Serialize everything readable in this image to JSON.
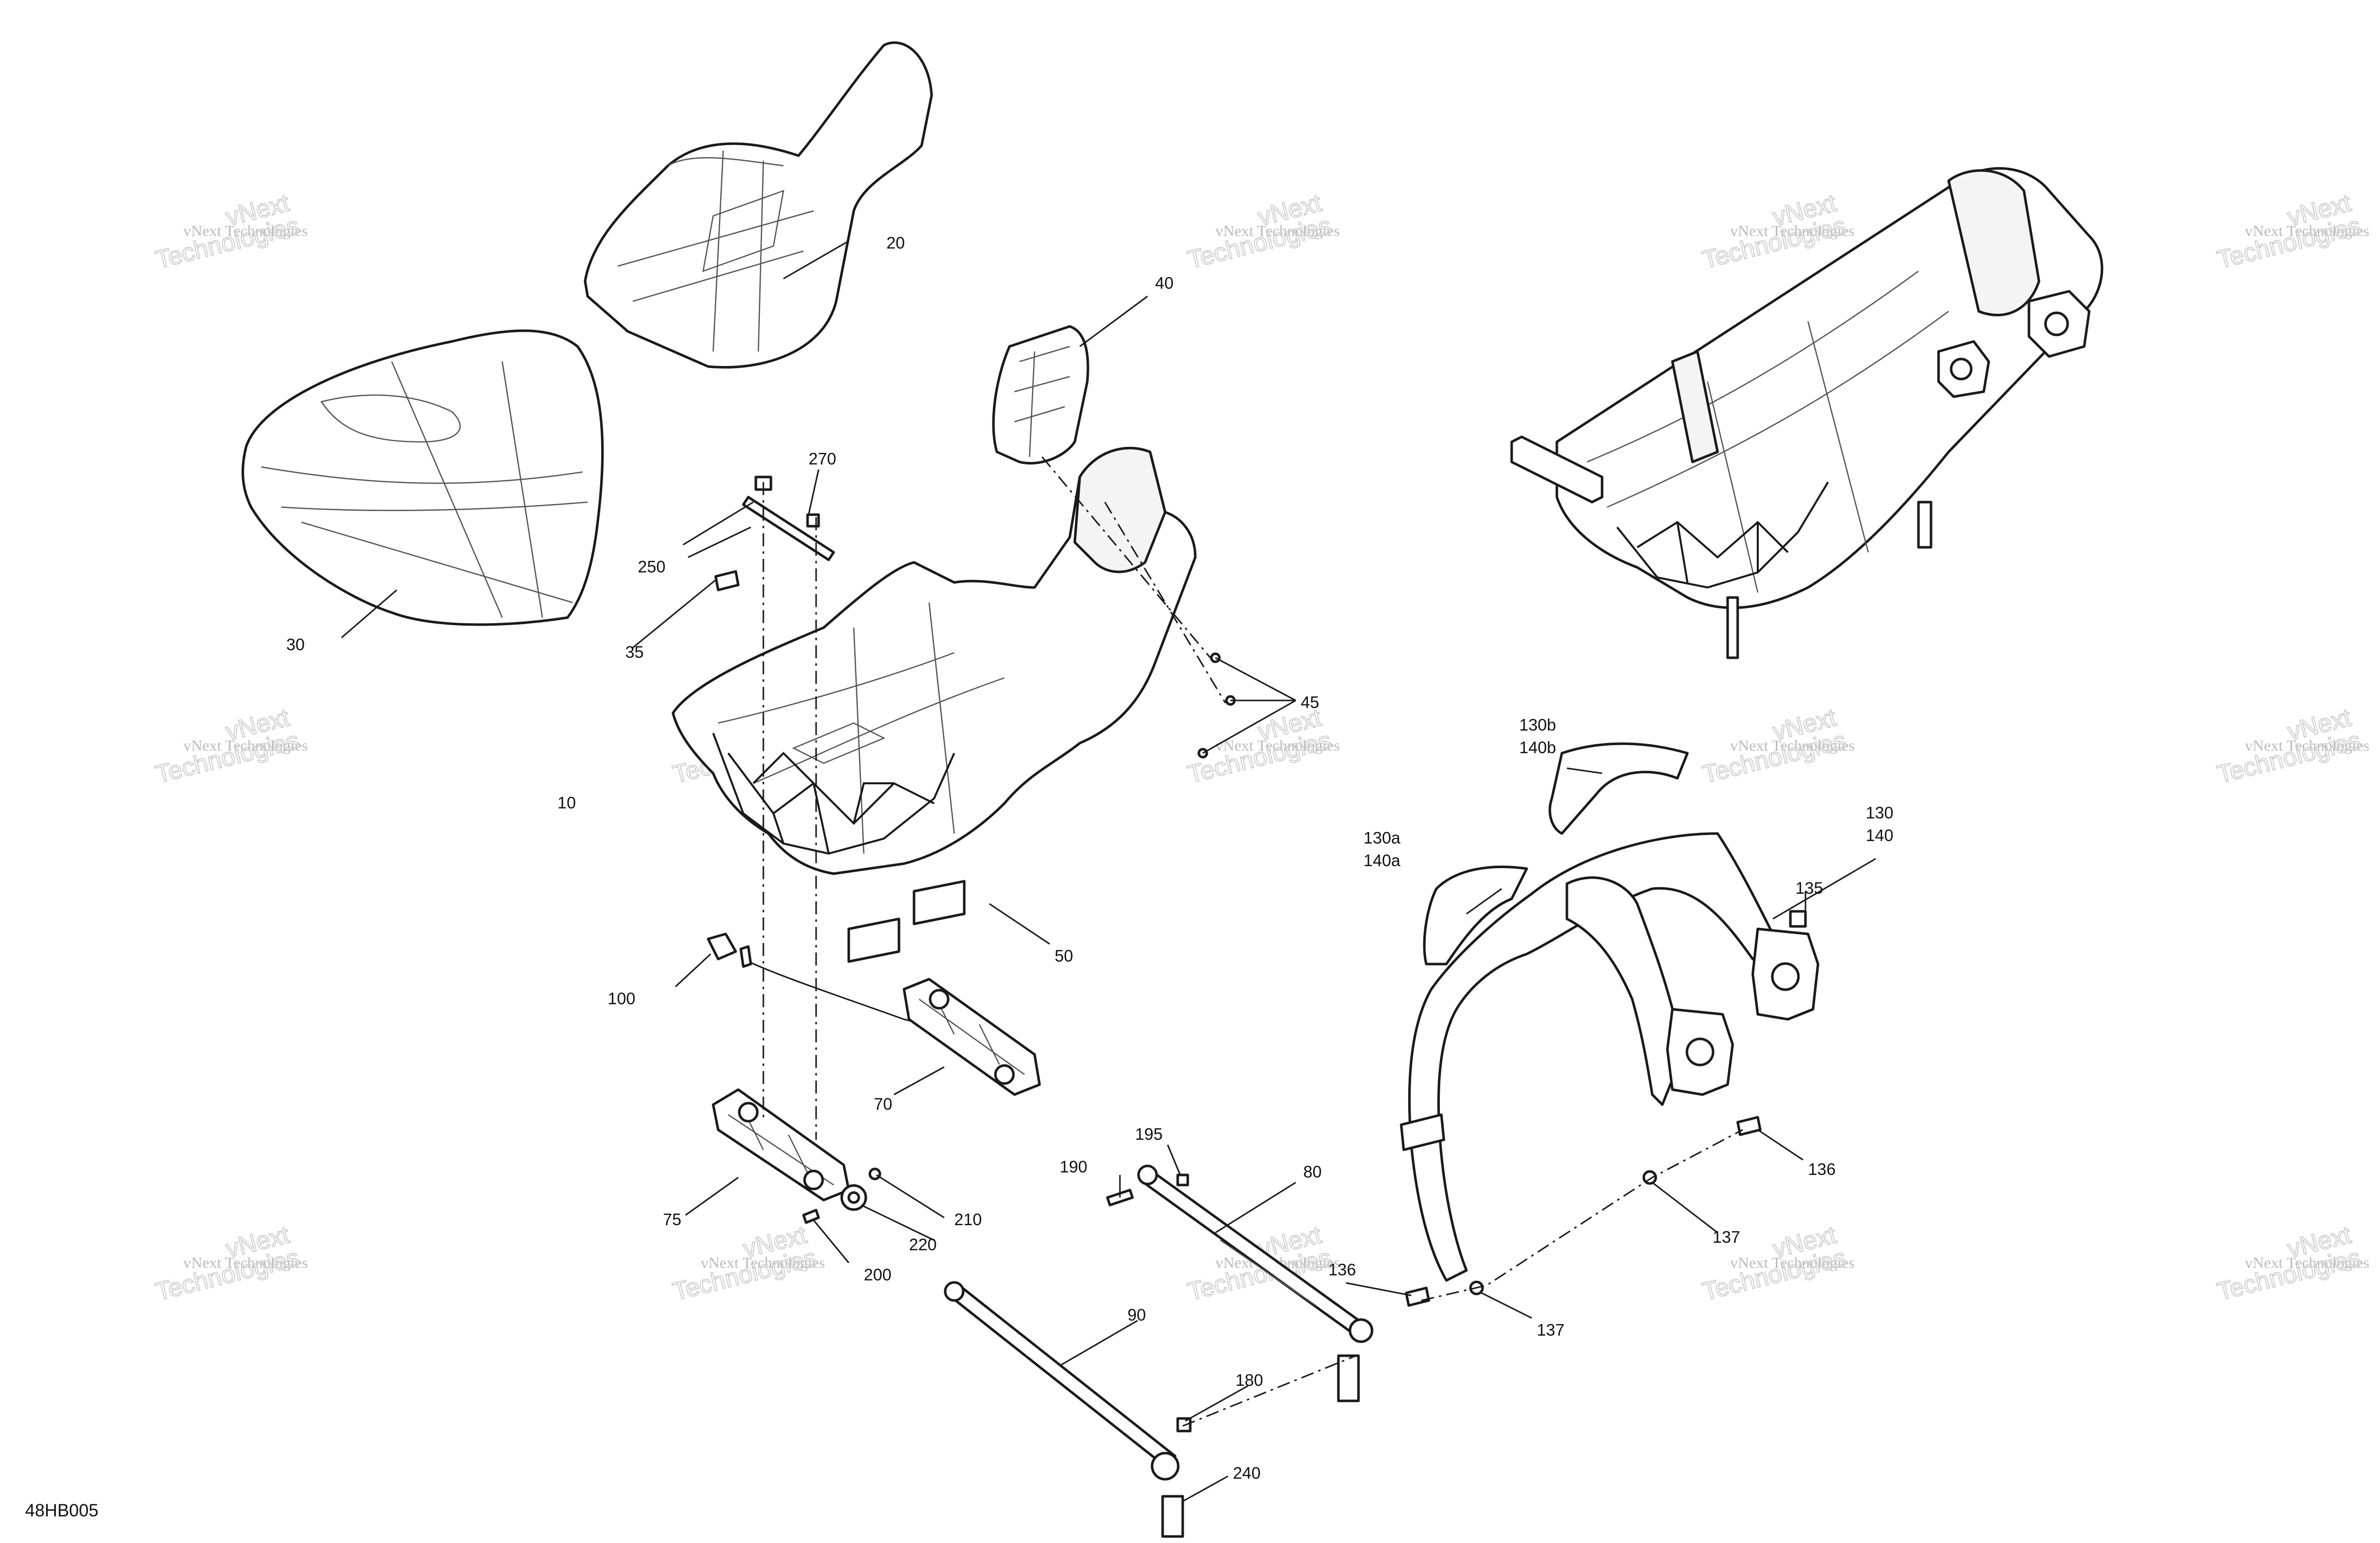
{
  "drawing_code": "48HB005",
  "watermark": {
    "top_text": "vNext Technologies",
    "bottom_text": "Technologies",
    "overlay_text": "vNext"
  },
  "callouts": [
    {
      "id": "c10",
      "label": "10"
    },
    {
      "id": "c20",
      "label": "20"
    },
    {
      "id": "c30",
      "label": "30"
    },
    {
      "id": "c35",
      "label": "35"
    },
    {
      "id": "c40",
      "label": "40"
    },
    {
      "id": "c45",
      "label": "45"
    },
    {
      "id": "c50",
      "label": "50"
    },
    {
      "id": "c70",
      "label": "70"
    },
    {
      "id": "c75",
      "label": "75"
    },
    {
      "id": "c80",
      "label": "80"
    },
    {
      "id": "c90",
      "label": "90"
    },
    {
      "id": "c100",
      "label": "100"
    },
    {
      "id": "c130a",
      "label": "130a"
    },
    {
      "id": "c140a",
      "label": "140a"
    },
    {
      "id": "c130b",
      "label": "130b"
    },
    {
      "id": "c140b",
      "label": "140b"
    },
    {
      "id": "c130",
      "label": "130"
    },
    {
      "id": "c140",
      "label": "140"
    },
    {
      "id": "c135",
      "label": "135"
    },
    {
      "id": "c136a",
      "label": "136"
    },
    {
      "id": "c136b",
      "label": "136"
    },
    {
      "id": "c137a",
      "label": "137"
    },
    {
      "id": "c137b",
      "label": "137"
    },
    {
      "id": "c180",
      "label": "180"
    },
    {
      "id": "c190",
      "label": "190"
    },
    {
      "id": "c195",
      "label": "195"
    },
    {
      "id": "c200",
      "label": "200"
    },
    {
      "id": "c210",
      "label": "210"
    },
    {
      "id": "c220",
      "label": "220"
    },
    {
      "id": "c240",
      "label": "240"
    },
    {
      "id": "c250",
      "label": "250"
    },
    {
      "id": "c270",
      "label": "270"
    }
  ]
}
